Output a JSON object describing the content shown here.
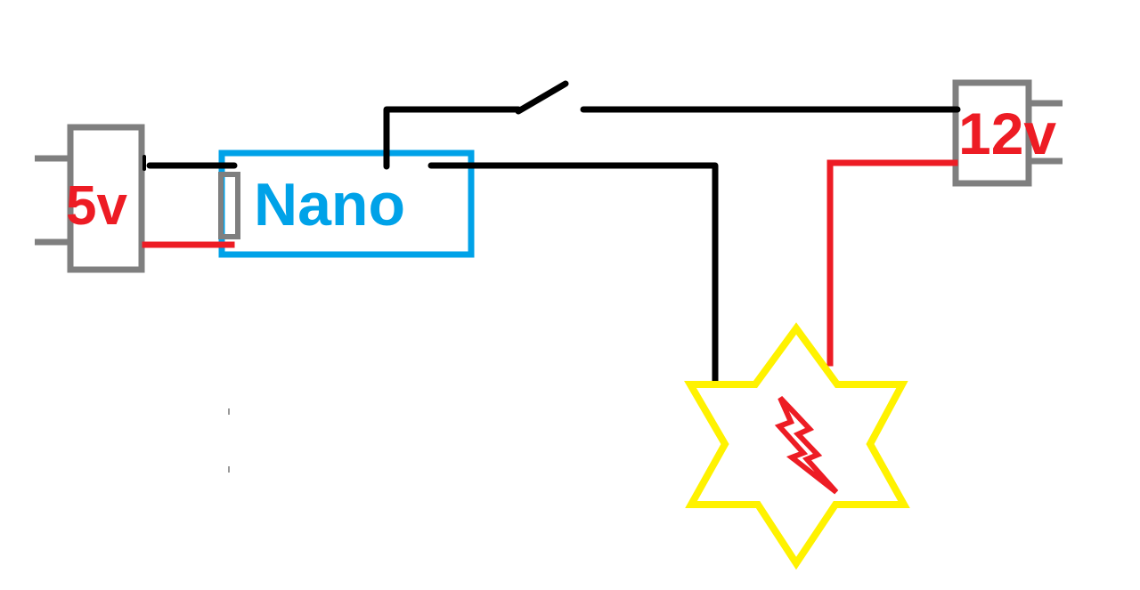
{
  "labels": {
    "battery_5v": "5v",
    "battery_12v": "12v",
    "controller": "Nano"
  },
  "colors": {
    "wire_black": "#000000",
    "wire_red": "#ed1c24",
    "battery_outline": "#7f7f7f",
    "controller_outline": "#00a2e8",
    "controller_text": "#00a2e8",
    "battery_text": "#ed1c24",
    "star_outline": "#fff200",
    "bolt": "#ed1c24"
  },
  "icons": {
    "switch": "switch-icon",
    "load": "star-bolt-icon"
  }
}
